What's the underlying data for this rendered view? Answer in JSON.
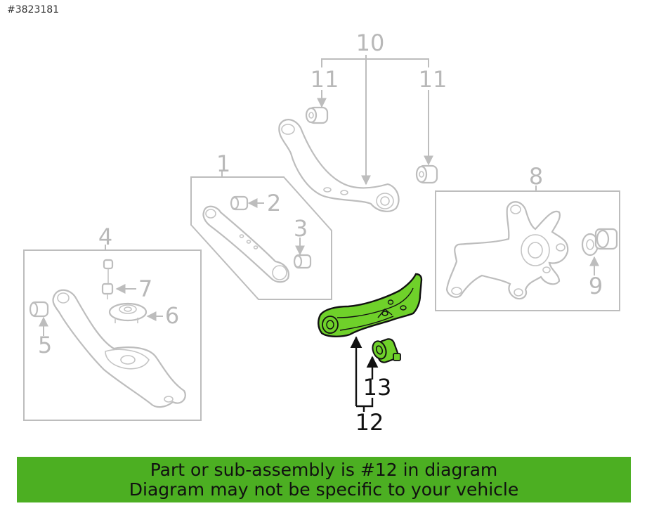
{
  "reference_id": "#3823181",
  "callouts": {
    "c1": "1",
    "c2": "2",
    "c3": "3",
    "c4": "4",
    "c5": "5",
    "c6": "6",
    "c7": "7",
    "c8": "8",
    "c9": "9",
    "c10": "10",
    "c11a": "11",
    "c11b": "11",
    "c12": "12",
    "c13": "13"
  },
  "banner": {
    "line1": "Part or sub-assembly is #12 in diagram",
    "line2": "Diagram may not be specific to your vehicle"
  },
  "colors": {
    "highlight": "#6fd12a",
    "banner": "#4caf22",
    "line_gray": "#bdbdbd"
  }
}
